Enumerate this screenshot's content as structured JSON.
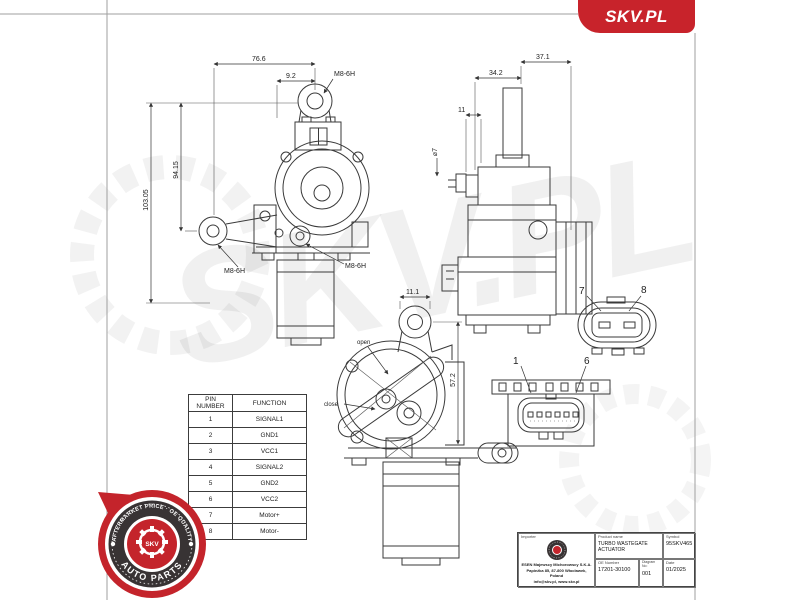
{
  "logo": {
    "text": "SKV.PL",
    "bg": "#c8232b"
  },
  "watermark": {
    "text": "SKV.PL"
  },
  "drawing": {
    "front_view": {
      "dim_width": "76.6",
      "dim_offset": "9.2",
      "dim_height_total": "103.05",
      "dim_height_upper": "94.15",
      "thread_top": "M8-6H",
      "thread_left": "M8-6H",
      "thread_center": "M8-6H"
    },
    "side_view": {
      "dim_a": "34.2",
      "dim_b": "37.1",
      "dim_pin": "11",
      "dim_dia": "⌀7"
    },
    "lever_view": {
      "dim_tab": "11.1",
      "dim_height": "57.2",
      "label_open": "open",
      "label_close": "close"
    },
    "connector_2pin": {
      "pin_left": "7",
      "pin_right": "8"
    },
    "connector_6pin": {
      "pin_first": "1",
      "pin_last": "6"
    }
  },
  "pin_table": {
    "col1": "PIN NUMBER",
    "col2": "FUNCTION",
    "rows": [
      {
        "pin": "1",
        "function": "SIGNAL1"
      },
      {
        "pin": "2",
        "function": "GND1"
      },
      {
        "pin": "3",
        "function": "VCC1"
      },
      {
        "pin": "4",
        "function": "SIGNAL2"
      },
      {
        "pin": "5",
        "function": "GND2"
      },
      {
        "pin": "6",
        "function": "VCC2"
      },
      {
        "pin": "7",
        "function": "Motor+"
      },
      {
        "pin": "8",
        "function": "Motor-"
      }
    ]
  },
  "badge": {
    "arc_top": "AFTERMARKET PRICE · OE QUALITY",
    "arc_bottom": "AUTO PARTS",
    "center": "SKV",
    "red": "#c4242b",
    "dark": "#383334"
  },
  "title_block": {
    "importer_label": "Importer",
    "importer_line1": "ESEN Majewscy Michorowscy S.K.A.",
    "importer_line2": "Papieżka 85, 87-800 Włocławek, Poland",
    "importer_line3": "info@skv.pl, www.skv.pl",
    "product_label": "Product name",
    "product_value": "TURBO WASTEGATE ACTUATOR",
    "symbol_label": "Symbol",
    "symbol_value": "95SKV465",
    "oe_label": "OE Number",
    "oe_value": "17201-30100",
    "diagram_label": "Diagram No:",
    "diagram_value": "001",
    "date_label": "Date",
    "date_value": "01/2025"
  }
}
